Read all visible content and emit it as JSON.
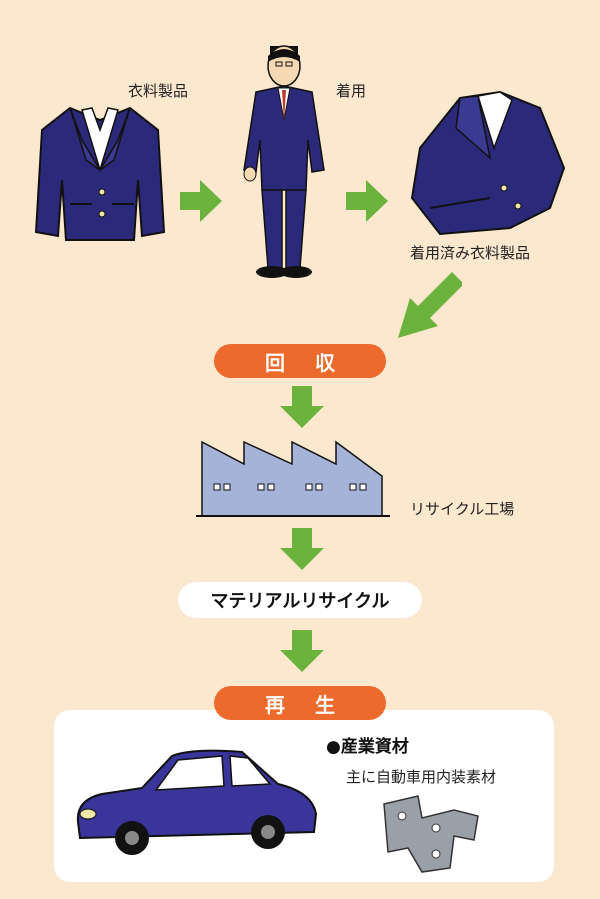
{
  "labels": {
    "clothing_product": "衣料製品",
    "wearing": "着用",
    "used_clothing": "着用済み衣料製品",
    "recycling_factory": "リサイクル工場"
  },
  "steps": {
    "collection": "回収",
    "material_recycle": "マテリアルリサイクル",
    "regeneration": "再生"
  },
  "result": {
    "heading": "●産業資材",
    "description": "主に自動車用内装素材"
  },
  "colors": {
    "background": "#fbe8cf",
    "arrow_green": "#6cb33e",
    "pill_orange": "#ec6a2c",
    "navy": "#2b2a7a",
    "factory": "#a6b3d9"
  }
}
